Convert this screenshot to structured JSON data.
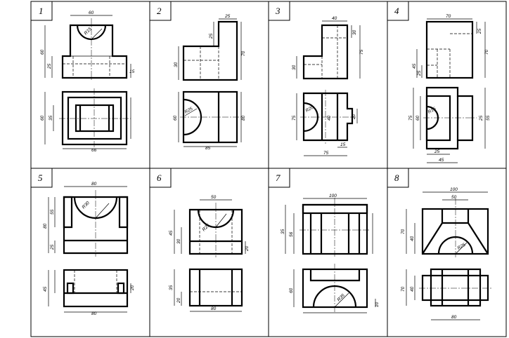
{
  "sheet": {
    "cells": [
      {
        "number": "1",
        "dims": [
          "60",
          "R15",
          "60",
          "25",
          "15",
          "60",
          "35",
          "66"
        ]
      },
      {
        "number": "2",
        "dims": [
          "25",
          "25",
          "70",
          "30",
          "R25",
          "60",
          "80",
          "85"
        ]
      },
      {
        "number": "3",
        "dims": [
          "40",
          "30",
          "75",
          "30",
          "R20",
          "40",
          "20",
          "75",
          "75",
          "15"
        ]
      },
      {
        "number": "4",
        "dims": [
          "70",
          "25",
          "70",
          "45",
          "25",
          "R15",
          "75",
          "60",
          "25",
          "55",
          "25",
          "45"
        ]
      },
      {
        "number": "5",
        "dims": [
          "80",
          "R30",
          "55",
          "80",
          "25",
          "45",
          "20",
          "80"
        ]
      },
      {
        "number": "6",
        "dims": [
          "50",
          "R25",
          "45",
          "30",
          "20",
          "35",
          "20",
          "80"
        ]
      },
      {
        "number": "7",
        "dims": [
          "100",
          "56",
          "35",
          "60",
          "R35",
          "10"
        ]
      },
      {
        "number": "8",
        "dims": [
          "100",
          "50",
          "70",
          "40",
          "R25",
          "70",
          "40",
          "80"
        ]
      }
    ]
  }
}
